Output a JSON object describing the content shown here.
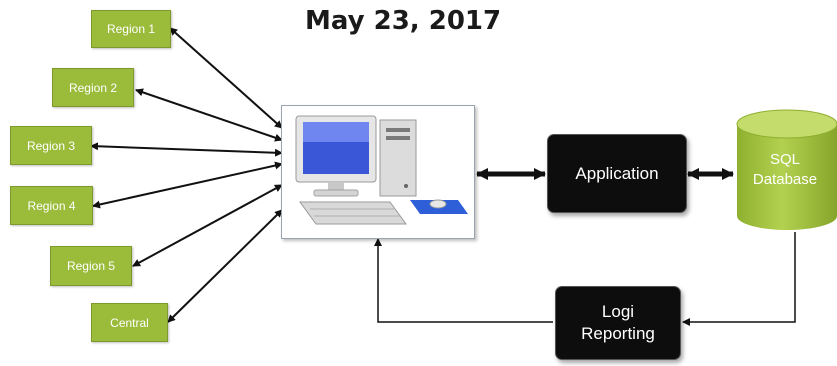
{
  "title": "May 23, 2017",
  "regions": [
    {
      "label": "Region 1"
    },
    {
      "label": "Region 2"
    },
    {
      "label": "Region 3"
    },
    {
      "label": "Region 4"
    },
    {
      "label": "Region 5"
    },
    {
      "label": "Central"
    }
  ],
  "application": {
    "label": "Application"
  },
  "database": {
    "line1": "SQL",
    "line2": "Database"
  },
  "reporting": {
    "line1": "Logi",
    "line2": "Reporting"
  },
  "colors": {
    "region_fill": "#9bbb3b",
    "database_fill": "#a8c744",
    "dark_box": "#0d0d0d",
    "arrow": "#111111"
  },
  "icons": {
    "computer": "desktop-computer-icon"
  }
}
